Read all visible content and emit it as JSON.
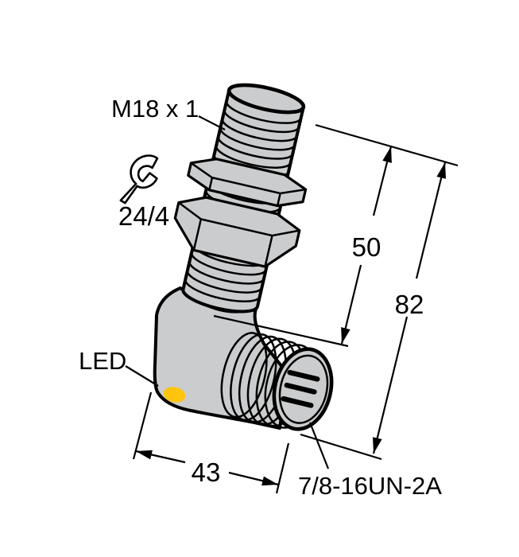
{
  "colors": {
    "background": "#ffffff",
    "body_fill": "#cbcccd",
    "line": "#000000",
    "led": "#ffc40b"
  },
  "labels": {
    "thread_spec": "M18 x 1",
    "wrench_size": "24/4",
    "thread_length_mm": "50",
    "overall_length_mm": "82",
    "led": "LED",
    "body_width_mm": "43",
    "connector_spec": "7/8-16UN-2A"
  }
}
